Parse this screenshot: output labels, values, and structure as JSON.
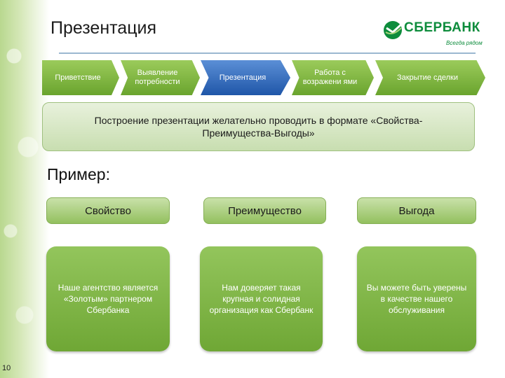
{
  "slide": {
    "title": "Презентация",
    "page_number": "10"
  },
  "logo": {
    "name": "СБЕРБАНК",
    "tagline": "Всегда рядом"
  },
  "steps": [
    {
      "label": "Приветствие",
      "active": false
    },
    {
      "label": "Выявление потребности",
      "active": false
    },
    {
      "label": "Презентация",
      "active": true
    },
    {
      "label": "Работа с возражени ями",
      "active": false
    },
    {
      "label": "Закрытие сделки",
      "active": false
    }
  ],
  "info": {
    "text": "Построение презентации желательно проводить в формате «Свойства-Преимущества-Выгоды»"
  },
  "example": {
    "title": "Пример:",
    "columns": [
      {
        "header": "Свойство",
        "body": "Наше агентство является «Золотым» партнером Сбербанка"
      },
      {
        "header": "Преимущество",
        "body": "Нам доверяет такая крупная и солидная организация как Сбербанк"
      },
      {
        "header": "Выгода",
        "body": "Вы можете быть уверены в качестве нашего обслуживания"
      }
    ]
  },
  "colors": {
    "accent_green": "#6aa42e",
    "active_blue": "#1f56a8",
    "brand_green": "#0d8c3c"
  }
}
